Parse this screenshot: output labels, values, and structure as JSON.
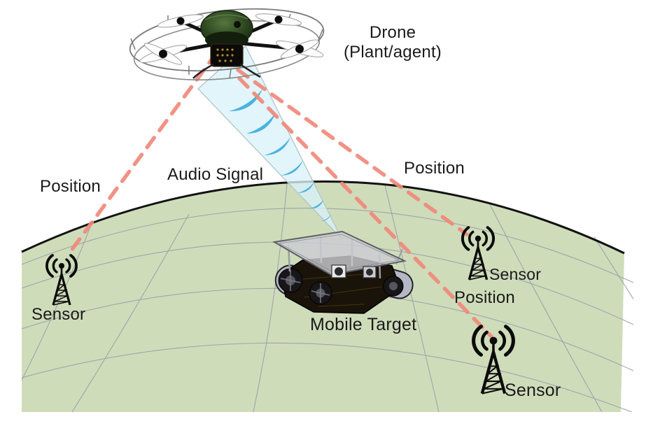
{
  "labels": {
    "drone_line1": "Drone",
    "drone_line2": "(Plant/agent)",
    "audio_signal": "Audio Signal",
    "position_left": "Position",
    "position_upper_right": "Position",
    "position_lower_right": "Position",
    "mobile_target": "Mobile Target",
    "sensor_left": "Sensor",
    "sensor_upper_right": "Sensor",
    "sensor_lower_right": "Sensor"
  },
  "colors": {
    "ground_fill": "#cfdcba",
    "ground_outline": "#121212",
    "grid_line": "#9b9ea6",
    "position_link": "#f0897b",
    "audio_cone_fill": "#d8f2f9",
    "audio_cone_edge": "#b3c4c6",
    "audio_wave": "#4cb2de",
    "sensor_icon": "#0b0b0b",
    "label_text": "#1a1a1a"
  },
  "icons": {
    "drone": "quadcopter-drone-icon",
    "mobile_target": "tracked-robot-icon",
    "sensor": "radio-antenna-icon",
    "audio_signal": "sound-wave-arcs",
    "position_link": "dashed-position-line"
  }
}
